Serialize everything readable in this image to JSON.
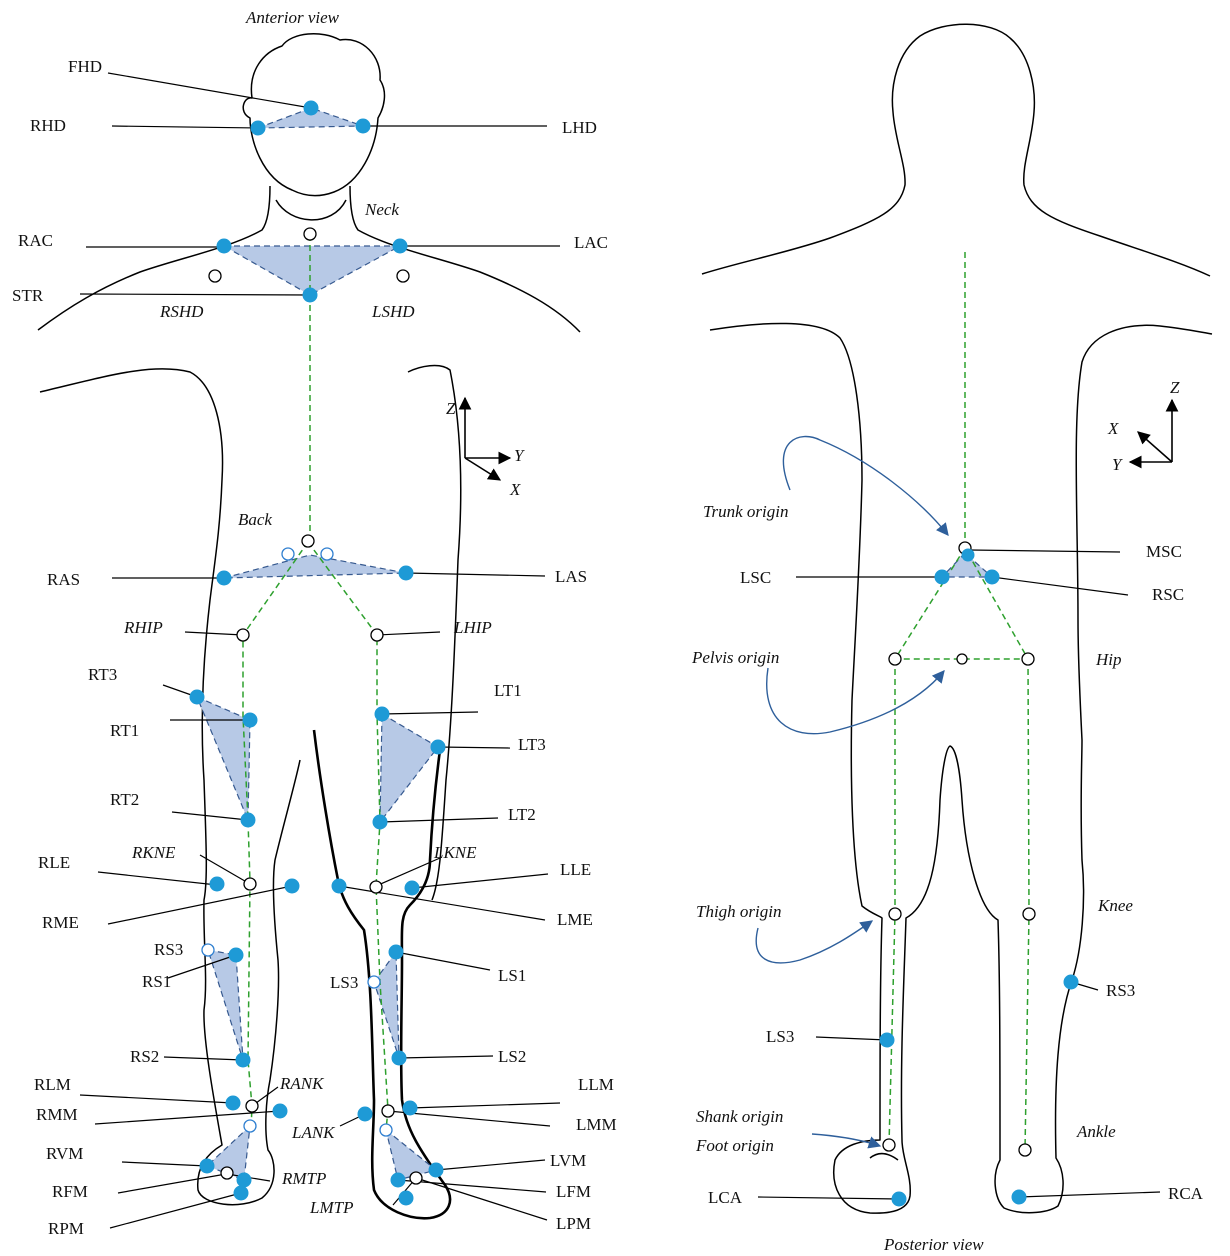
{
  "anterior": {
    "title": "Anterior view",
    "labels": {
      "FHD": "FHD",
      "RHD": "RHD",
      "LHD": "LHD",
      "Neck": "Neck",
      "RAC": "RAC",
      "LAC": "LAC",
      "STR": "STR",
      "RSHD": "RSHD",
      "LSHD": "LSHD",
      "Back": "Back",
      "RAS": "RAS",
      "LAS": "LAS",
      "RHIP": "RHIP",
      "LHIP": "LHIP",
      "RT3": "RT3",
      "RT1": "RT1",
      "RT2": "RT2",
      "LT1": "LT1",
      "LT3": "LT3",
      "LT2": "LT2",
      "RKNE": "RKNE",
      "LKNE": "LKNE",
      "RLE": "RLE",
      "RME": "RME",
      "LLE": "LLE",
      "LME": "LME",
      "RS3": "RS3",
      "RS1": "RS1",
      "RS2": "RS2",
      "LS3": "LS3",
      "LS1": "LS1",
      "LS2": "LS2",
      "RLM": "RLM",
      "RMM": "RMM",
      "RANK": "RANK",
      "LLM": "LLM",
      "LMM": "LMM",
      "LANK": "LANK",
      "RVM": "RVM",
      "RFM": "RFM",
      "RPM": "RPM",
      "RMTP": "RMTP",
      "LVM": "LVM",
      "LFM": "LFM",
      "LPM": "LPM",
      "LMTP": "LMTP"
    },
    "axes": {
      "z": "Z",
      "y": "Y",
      "x": "X"
    }
  },
  "posterior": {
    "title": "Posterior view",
    "labels": {
      "MSC": "MSC",
      "LSC": "LSC",
      "RSC": "RSC",
      "Hip": "Hip",
      "Knee": "Knee",
      "Ankle": "Ankle",
      "LS3": "LS3",
      "RS3": "RS3",
      "LCA": "LCA",
      "RCA": "RCA"
    },
    "origins": {
      "trunk": "Trunk origin",
      "pelvis": "Pelvis origin",
      "thigh": "Thigh origin",
      "shank": "Shank origin",
      "foot": "Foot origin"
    },
    "axes": {
      "z": "Z",
      "x": "X",
      "y": "Y"
    }
  },
  "colors": {
    "marker": "#1e9ad6",
    "segment_plane": "#b7c9e6",
    "skeleton": "#2ea02e",
    "callout_arrow": "#2e5f9b"
  }
}
